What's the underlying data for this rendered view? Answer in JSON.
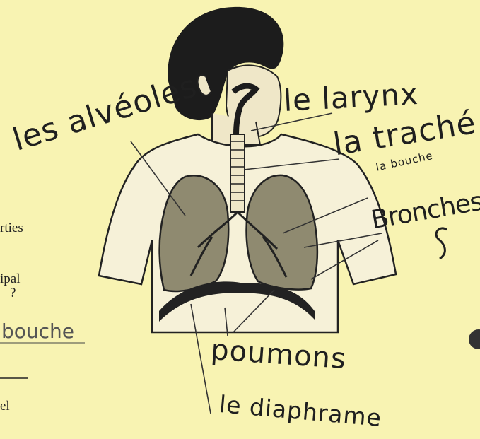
{
  "diagram": {
    "labels": {
      "alveoles": "les alvéoles",
      "larynx": "le larynx",
      "trachee": "la traché",
      "bouche": "la bouche",
      "bronches": "Bronches",
      "poumons": "poumons",
      "diaphragme": "le diaphrame"
    }
  },
  "worksheet": {
    "margin_text": {
      "parties": "rties",
      "principal": "ipal",
      "question": "?",
      "pencil_answer": "bouche",
      "last": "el"
    }
  },
  "colors": {
    "paper": "#f8f3b2",
    "ink": "#1f1f1f",
    "shirt": "#f6f1d8",
    "lung": "#8f8a70"
  }
}
